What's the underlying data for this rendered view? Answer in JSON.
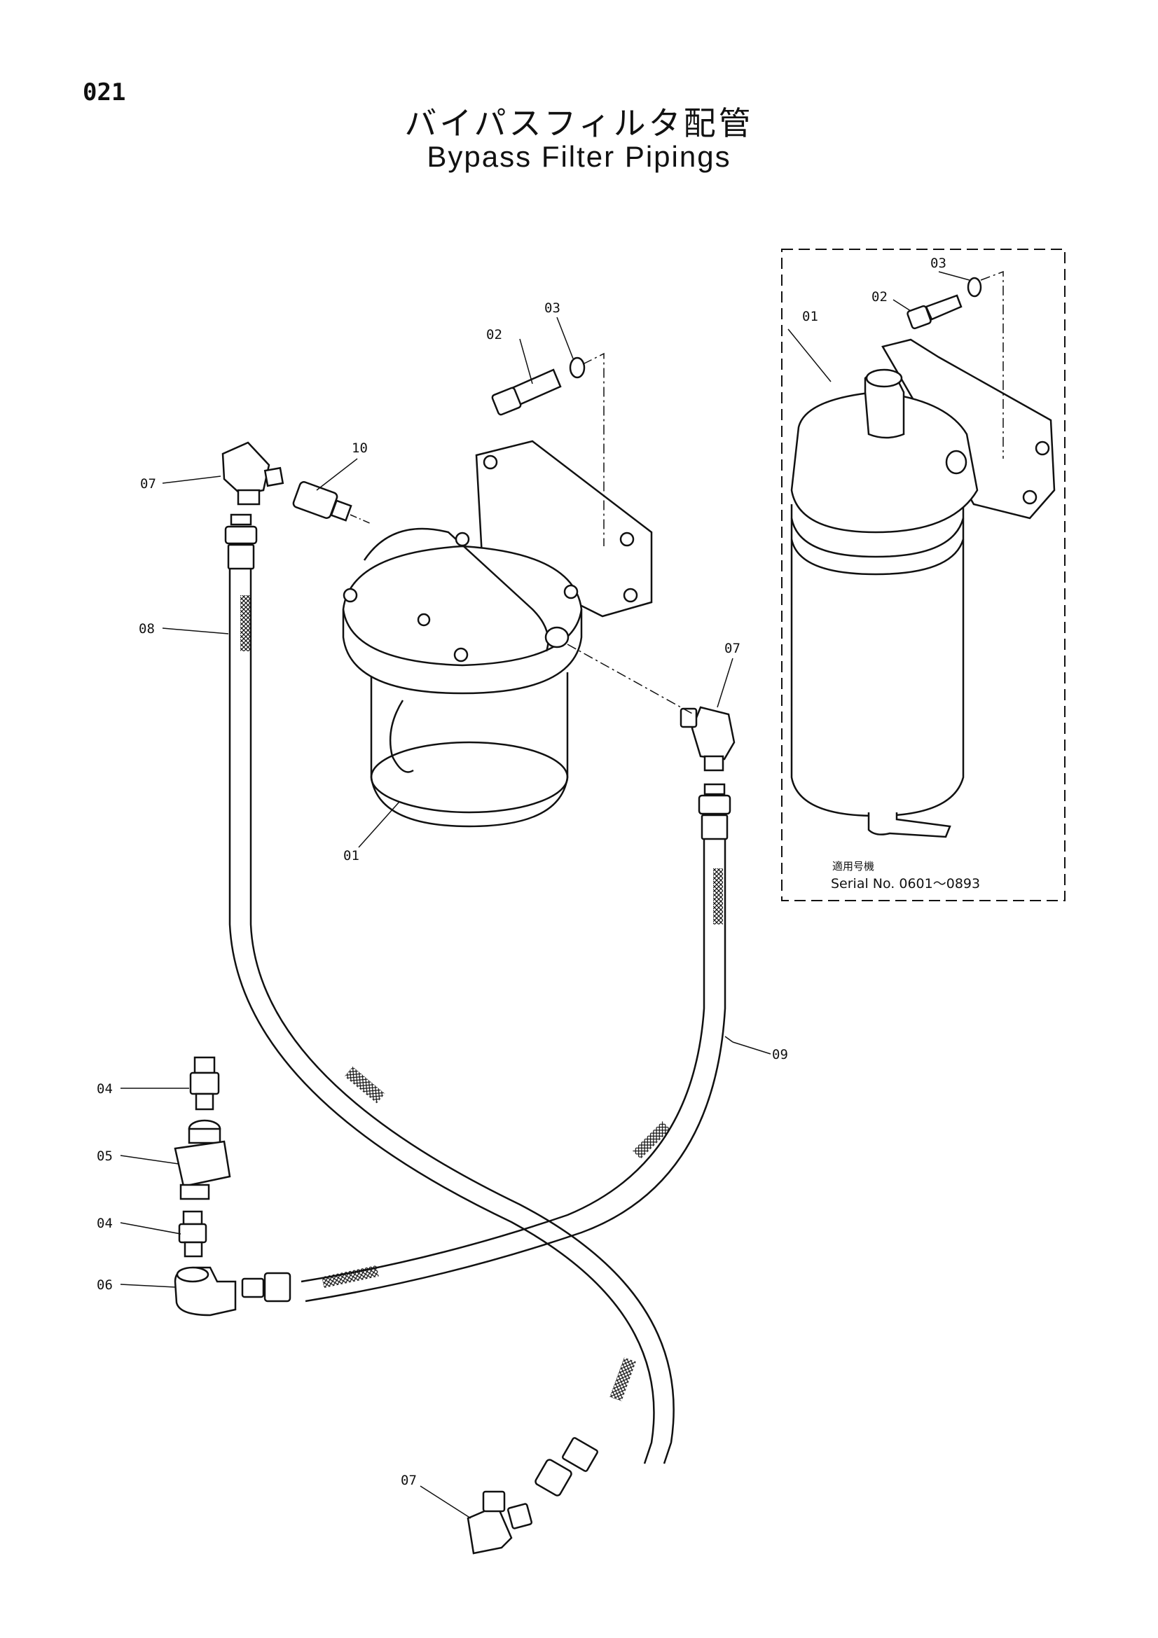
{
  "page_number": "021",
  "title_jp": "バイパスフィルタ配管",
  "title_en": "Bypass Filter Pipings",
  "inset": {
    "applicable_jp": "適用号機",
    "serial_text": "Serial No. 0601～0893"
  },
  "callouts": {
    "p01_main": "01",
    "p01_inset": "01",
    "p02_main": "02",
    "p02_inset": "02",
    "p03_main": "03",
    "p03_inset": "03",
    "p04_upper": "04",
    "p04_lower": "04",
    "p05": "05",
    "p06": "06",
    "p07_left": "07",
    "p07_right": "07",
    "p07_bottom": "07",
    "p08": "08",
    "p09": "09",
    "p10": "10"
  }
}
